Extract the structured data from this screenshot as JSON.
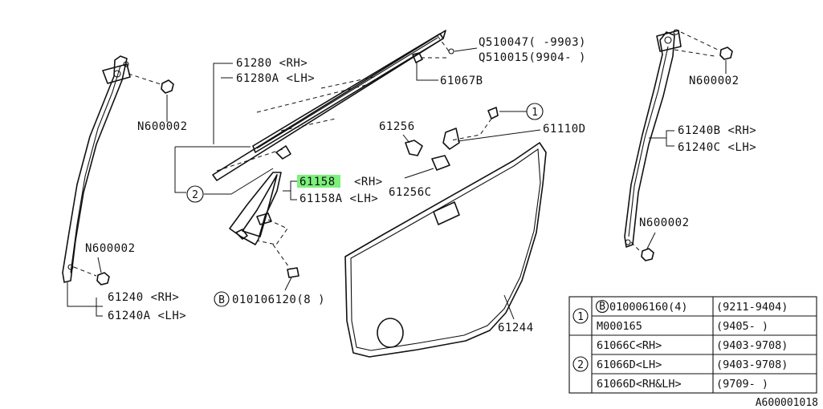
{
  "labels": {
    "p61280": "61280 <RH>",
    "p61280a": "61280A <LH>",
    "q510047": "Q510047( -9903)",
    "q510015": "Q510015(9904- )",
    "p61067b": "61067B",
    "n600002_left_top": "N600002",
    "n600002_right_top": "N600002",
    "n600002_left_bottom": "N600002",
    "n600002_right_bottom": "N600002",
    "p61256": "61256",
    "p61110d": "61110D",
    "p61240b": "61240B <RH>",
    "p61240c": "61240C <LH>",
    "p61158_code": "61158",
    "p61158_side": "<RH>",
    "p61158a": "61158A <LH>",
    "p61256c": "61256C",
    "p61240": "61240  <RH>",
    "p61240a": "61240A <LH>",
    "bolt_ref": "010106120(8 )",
    "bolt_prefix": "B",
    "p61244": "61244",
    "callout_1": "1",
    "callout_2": "2",
    "drawing_ref": "A600001018"
  },
  "table": {
    "rows": [
      {
        "group": "1",
        "part_prefix": "B",
        "part": "010006160(4)",
        "range": "(9211-9404)"
      },
      {
        "group": "1",
        "part_prefix": "",
        "part": "M000165",
        "range": "(9405-     )"
      },
      {
        "group": "2",
        "part_prefix": "",
        "part": "61066C<RH>",
        "range": "(9403-9708)"
      },
      {
        "group": "2",
        "part_prefix": "",
        "part": "61066D<LH>",
        "range": "(9403-9708)"
      },
      {
        "group": "2",
        "part_prefix": "",
        "part": "61066D<RH&LH>",
        "range": "(9709-    )"
      }
    ]
  },
  "colors": {
    "highlight": "#7cf07c",
    "ink": "#111111"
  }
}
